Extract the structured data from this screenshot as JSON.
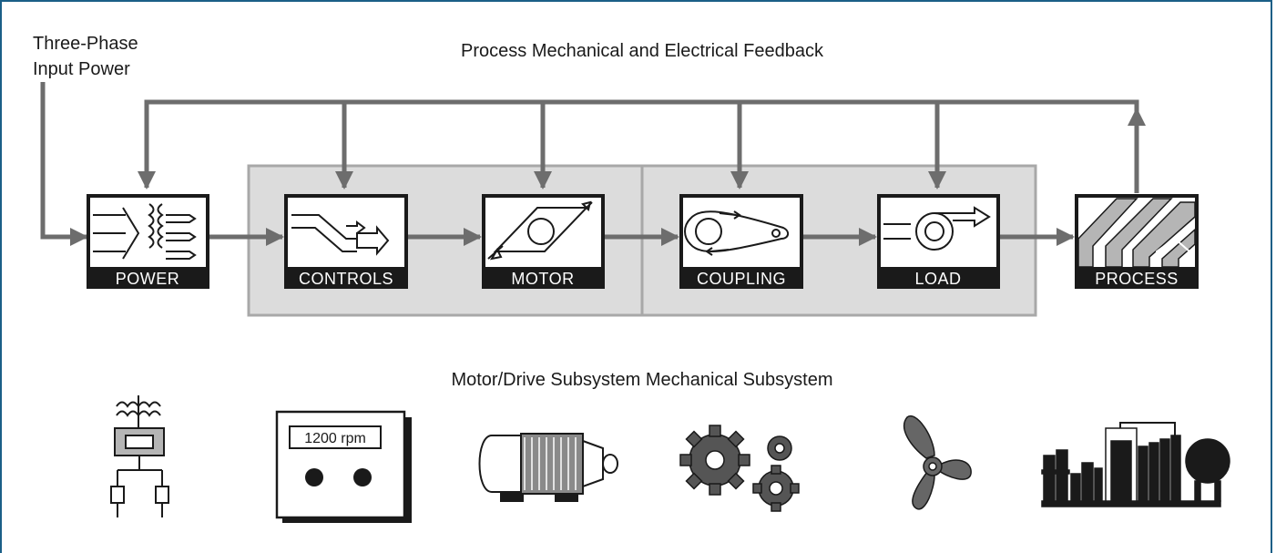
{
  "title": "Process Mechanical and Electrical Feedback",
  "input_label": [
    "Three-Phase",
    "Input Power"
  ],
  "subsystem_labels": "Motor/Drive Subsystem Mechanical Subsystem",
  "blocks": [
    {
      "id": "power",
      "label": "POWER"
    },
    {
      "id": "controls",
      "label": "CONTROLS"
    },
    {
      "id": "motor",
      "label": "MOTOR"
    },
    {
      "id": "coupling",
      "label": "COUPLING"
    },
    {
      "id": "load",
      "label": "LOAD"
    },
    {
      "id": "process",
      "label": "PROCESS"
    }
  ],
  "controller_display": "1200 rpm",
  "colors": {
    "frame": "#1b5f87",
    "arrow": "#6d6d6d",
    "panel": "#dcdcdc",
    "block": "#1a1a1a",
    "icon": "#555555"
  },
  "icons": [
    "transformer-switchgear-icon",
    "drive-controller-icon",
    "electric-motor-icon",
    "gears-icon",
    "propeller-icon",
    "industrial-plant-icon"
  ]
}
